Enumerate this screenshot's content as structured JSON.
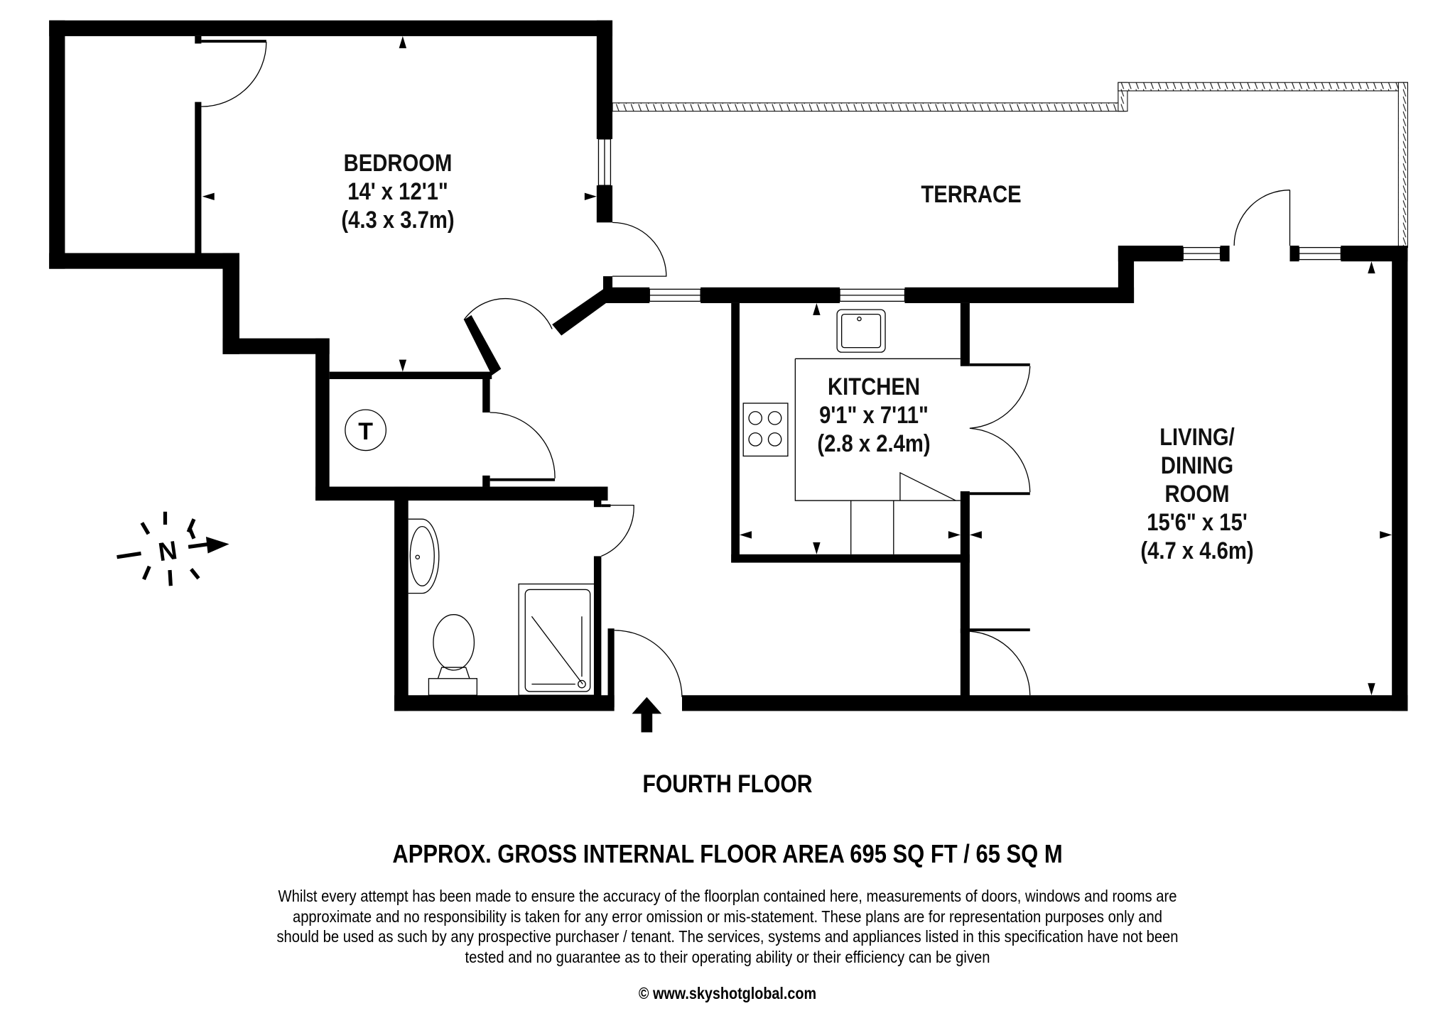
{
  "floorplan": {
    "floor_name": "FOURTH FLOOR",
    "area_summary": "APPROX. GROSS INTERNAL FLOOR AREA 695 SQ FT / 65 SQ M",
    "disclaimer": "Whilst every attempt has been made to ensure the accuracy of the floorplan contained here, measurements of doors, windows and rooms are approximate and no responsibility is taken for any error omission or mis-statement. These plans are for representation purposes only and should  be used as such by any prospective purchaser / tenant. The services, systems and appliances listed in this specification have not been tested and no guarantee as to their operating ability or their efficiency can be given",
    "copyright": "© www.skyshotglobal.com",
    "compass_label": "N",
    "tank_label": "T",
    "wall_color": "#000000",
    "background_color": "#ffffff",
    "rooms": [
      {
        "name": "BEDROOM",
        "imperial": "14' x 12'1\"",
        "metric": "(4.3 x 3.7m)"
      },
      {
        "name": "TERRACE"
      },
      {
        "name": "KITCHEN",
        "imperial": "9'1\" x 7'11\"",
        "metric": "(2.8 x 2.4m)"
      },
      {
        "name_line1": "LIVING/",
        "name_line2": "DINING",
        "name_line3": "ROOM",
        "imperial": "15'6\" x 15'",
        "metric": "(4.7 x 4.6m)"
      }
    ],
    "icons": [
      "compass-north-icon",
      "entrance-arrow-icon",
      "hot-water-tank-icon",
      "sink-icon",
      "hob-icon",
      "shower-tray-icon",
      "toilet-icon",
      "washbasin-icon"
    ]
  }
}
